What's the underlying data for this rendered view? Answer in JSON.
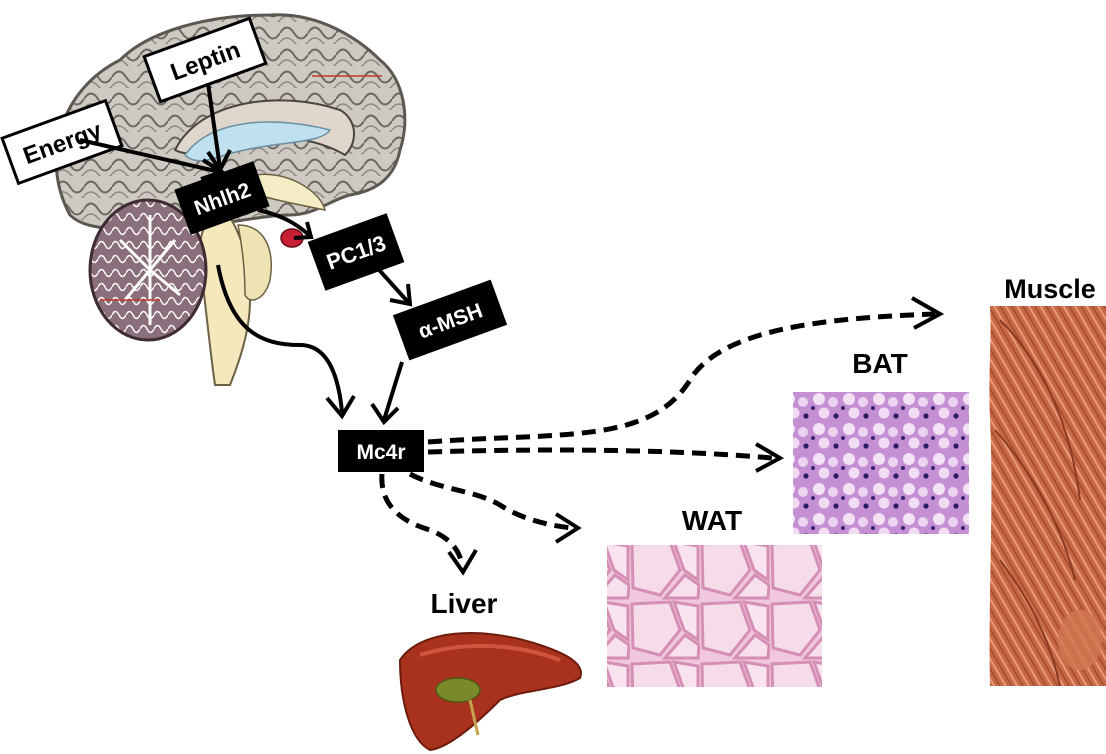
{
  "inputs": {
    "energy": "Energy",
    "leptin": "Leptin"
  },
  "pathway": {
    "nhlh2": "Nhlh2",
    "pc13": "PC1/3",
    "amsh": "α-MSH",
    "mc4r": "Mc4r"
  },
  "targets": {
    "muscle": "Muscle",
    "bat": "BAT",
    "wat": "WAT",
    "liver": "Liver"
  },
  "colors": {
    "brain_cortex": "#c9c3bd",
    "cerebellum": "#8a6f7a",
    "brainstem": "#f2e6b8",
    "ventricle": "#bfe0ee",
    "bat_tissue": "#c78fd6",
    "bat_nuclei": "#3a1f6e",
    "wat_tissue": "#f2c6df",
    "muscle": "#c96a47",
    "liver": "#a8321e"
  },
  "icons": [
    "brain-illustration",
    "bat-histology-image",
    "wat-histology-image",
    "muscle-illustration",
    "liver-illustration"
  ]
}
